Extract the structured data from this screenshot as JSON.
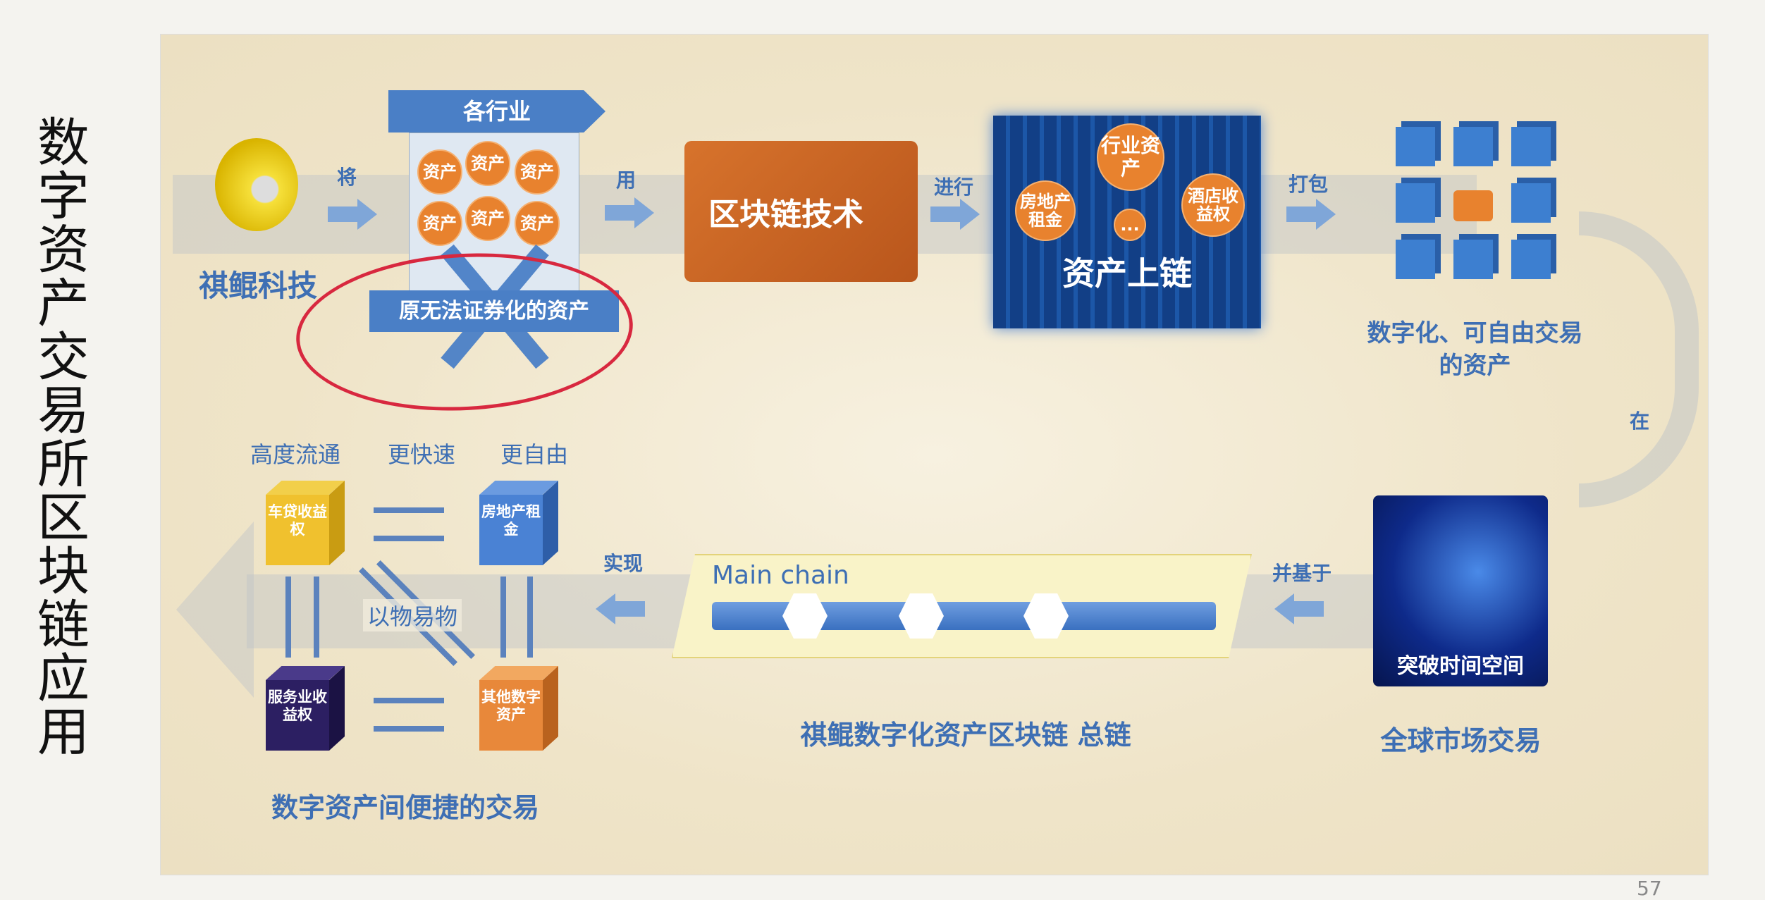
{
  "vertical_title": "数字资产交易所区块链应用",
  "page_number": "57",
  "company": "祺鲲科技",
  "steps": {
    "jiang": "将",
    "yong": "用",
    "jinxing": "进行",
    "dabao": "打包",
    "zai": "在",
    "bingjiyu": "并基于",
    "shixian": "实现"
  },
  "industry_banner": "各行业",
  "asset_coin": "资产",
  "unsecuritized_banner": "原无法证券化的资产",
  "blockchain_tech": "区块链技术",
  "onchain": {
    "title": "资产上链",
    "coins": [
      "行业资产",
      "房地产租金",
      "酒店收益权",
      "..."
    ]
  },
  "digitized_caption": [
    "数字化、可自由交易",
    "的资产"
  ],
  "globe": {
    "label": "突破时间空间",
    "caption": "全球市场交易"
  },
  "main_chain": {
    "label": "Main chain",
    "caption": "祺鲲数字化资产区块链 总链"
  },
  "exchange": {
    "headers": [
      "高度流通",
      "更快速",
      "更自由"
    ],
    "cubes": [
      "车贷收益权",
      "房地产租金",
      "服务业收益权",
      "其他数字资产"
    ],
    "barter": "以物易物",
    "caption": "数字资产间便捷的交易"
  },
  "colors": {
    "blue": "#3e6fb4",
    "orange": "#e8822e",
    "red_annotation": "#d8283f"
  }
}
